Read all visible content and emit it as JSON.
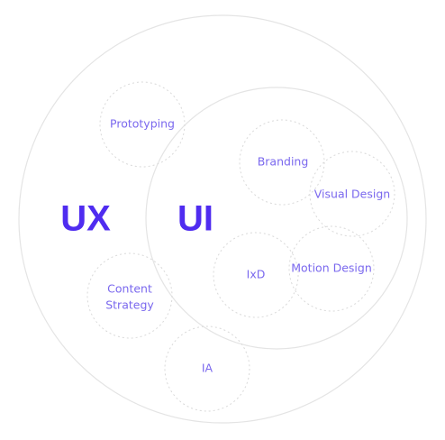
{
  "accent_color": "#4f2cf0",
  "label_color": "#7a68ee",
  "sets": {
    "ux": "UX",
    "ui": "UI"
  },
  "topics": {
    "prototyping": "Prototyping",
    "branding": "Branding",
    "visual_design": "Visual Design",
    "ixd": "IxD",
    "motion_design": "Motion Design",
    "content_strategy": [
      "Content",
      "Strategy"
    ],
    "ia": "IA"
  }
}
